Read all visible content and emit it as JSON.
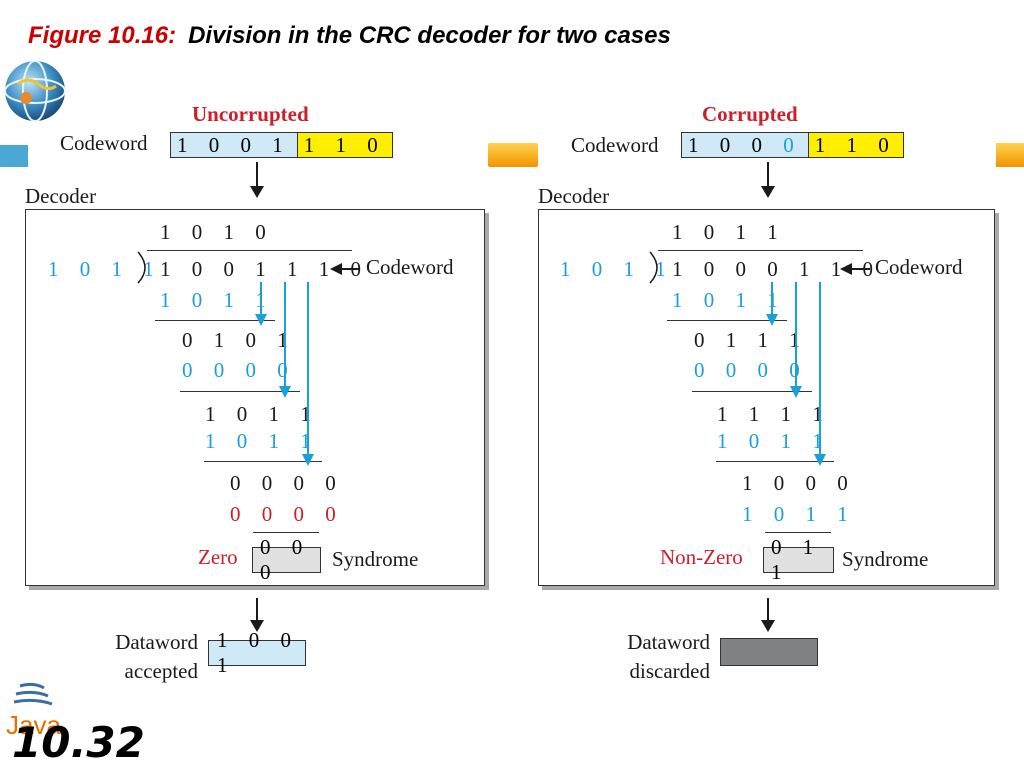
{
  "title": {
    "figure": "Figure 10.16:",
    "caption": "Division in the CRC decoder for two cases"
  },
  "page_number": "10.32",
  "colors": {
    "title_red": "#cc0000",
    "case_red": "#cc1f2c",
    "digit_cyan": "#1aa0d8",
    "box_blue": "#cfe9f6",
    "box_yellow": "#ffee00",
    "syndrome_gray": "#e1e1e1",
    "discard_gray": "#808285"
  },
  "icons": [
    "globe-logo-icon",
    "java-logo-icon",
    "down-arrow-icon",
    "left-arrow-icon"
  ],
  "labels": {
    "codeword": "Codeword",
    "decoder": "Decoder",
    "syndrome": "Syndrome",
    "dataword": "Dataword"
  },
  "uncorrupted": {
    "heading": "Uncorrupted",
    "codeword_data": "1 0 0 1",
    "codeword_crc": "1 1 0",
    "divisor": "1 0 1 1",
    "dividend": "1 0 0 1 1 1 0",
    "quotient": "1 0 1 0",
    "steps": [
      {
        "sub": "1 0 1 1",
        "rem": "0 1 0 1"
      },
      {
        "sub": "0 0 0 0",
        "rem": "1 0 1 1"
      },
      {
        "sub": "1 0 1 1",
        "rem": "0 0 0 0"
      },
      {
        "sub": "0 0 0 0"
      }
    ],
    "syndrome_status": "Zero",
    "syndrome_value": "0 0 0",
    "result": "accepted",
    "dataword_value": "1 0 0 1"
  },
  "corrupted": {
    "heading": "Corrupted",
    "codeword_data": "1 0 0",
    "codeword_flipped_bit": "0",
    "codeword_crc": "1 1 0",
    "divisor": "1 0 1 1",
    "dividend": "1 0 0 0 1 1 0",
    "quotient": "1 0 1 1",
    "steps": [
      {
        "sub": "1 0 1 1",
        "rem": "0 1 1 1"
      },
      {
        "sub": "0 0 0 0",
        "rem": "1 1 1 1"
      },
      {
        "sub": "1 0 1 1",
        "rem": "1 0 0 0"
      },
      {
        "sub": "1 0 1 1"
      }
    ],
    "syndrome_status": "Non-Zero",
    "syndrome_value": "0 1 1",
    "result": "discarded"
  }
}
